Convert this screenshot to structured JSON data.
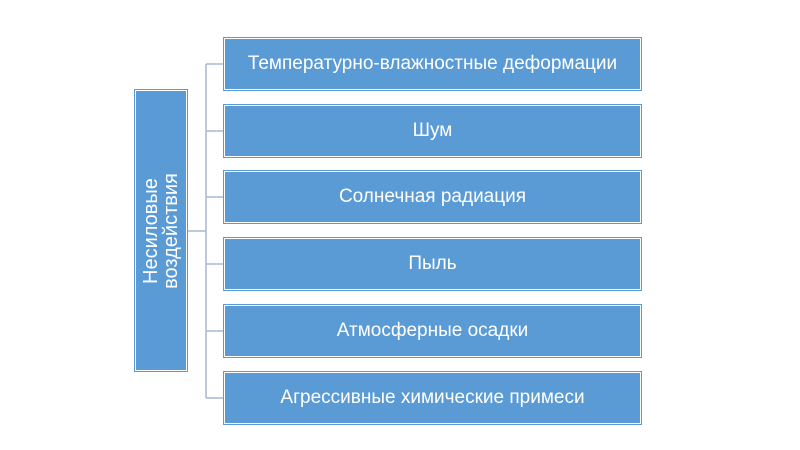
{
  "colors": {
    "box_fill": "#5b9bd5",
    "connector": "#a6b8d0",
    "text": "#ffffff"
  },
  "diagram": {
    "root_label": "Несиловые\nвоздействия",
    "children": [
      {
        "label": "Температурно-влажностные деформации"
      },
      {
        "label": "Шум"
      },
      {
        "label": "Солнечная радиация"
      },
      {
        "label": "Пыль"
      },
      {
        "label": "Атмосферные осадки"
      },
      {
        "label": "Агрессивные химические примеси"
      }
    ]
  }
}
